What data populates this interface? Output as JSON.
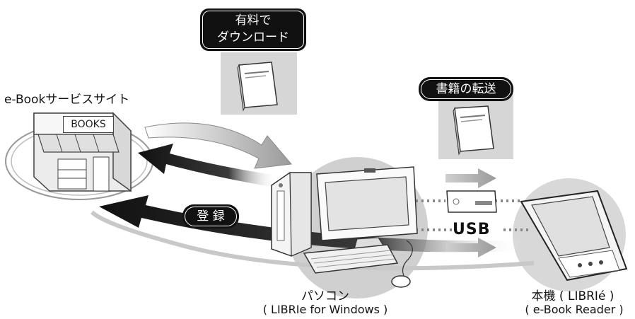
{
  "labels": {
    "site_name": "e-Bookサービスサイト",
    "store_sign": "BOOKS",
    "download_line1": "有料で",
    "download_line2": "ダウンロード",
    "transfer": "書籍の転送",
    "register": "登 録",
    "usb": "USB",
    "pc_name": "パソコン",
    "pc_software": "( LIBRIe for Windows )",
    "device_name": "本機 ( LIBRIé )",
    "device_sub": "( e-Book Reader )"
  },
  "icons": {
    "store": "store-building-icon",
    "book": "book-icon",
    "pc": "desktop-computer-icon",
    "memory": "memory-stick-icon",
    "reader": "ebook-reader-icon"
  },
  "colors": {
    "arrow_dark": "#2b2b2b",
    "arrow_light": "#b5b5b5",
    "panel_gray": "#d6d6d6",
    "circle_gray": "#cfcfcf",
    "badge_bg": "#111111"
  }
}
